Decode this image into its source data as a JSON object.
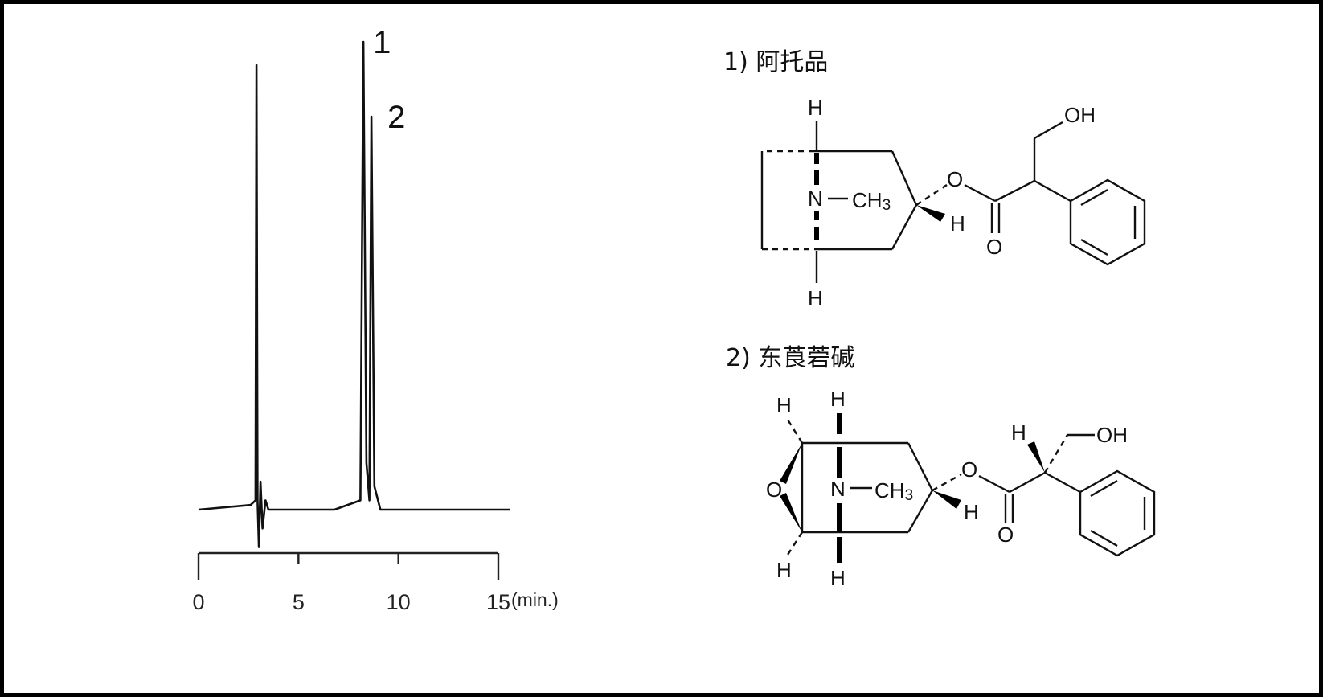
{
  "chart_data": {
    "type": "line",
    "title": "",
    "xlabel": "(min.)",
    "ylabel": "",
    "xlim": [
      0,
      15
    ],
    "x_ticks": [
      0,
      5,
      10,
      15
    ],
    "x_tick_labels": [
      "0",
      "5",
      "10",
      "15"
    ],
    "x_unit_label": "(min.)",
    "grid": false,
    "series": [
      {
        "trace": [
          [
            0.0,
            0.0
          ],
          [
            2.6,
            0.01
          ],
          [
            2.85,
            0.02
          ],
          [
            2.9,
            0.95
          ],
          [
            2.95,
            0.02
          ],
          [
            3.02,
            -0.08
          ],
          [
            3.1,
            0.06
          ],
          [
            3.2,
            -0.04
          ],
          [
            3.35,
            0.02
          ],
          [
            3.5,
            0.0
          ],
          [
            6.8,
            0.0
          ],
          [
            8.1,
            0.02
          ],
          [
            8.25,
            1.0
          ],
          [
            8.4,
            0.1
          ],
          [
            8.55,
            0.02
          ],
          [
            8.65,
            0.84
          ],
          [
            8.8,
            0.05
          ],
          [
            9.1,
            0.0
          ],
          [
            15.6,
            0.0
          ]
        ]
      }
    ],
    "peaks": [
      {
        "label": "1",
        "x": 8.25,
        "y": 1.0
      },
      {
        "label": "2",
        "x": 8.65,
        "y": 0.84
      }
    ]
  },
  "compounds": [
    {
      "title": "1) 阿托品"
    },
    {
      "title": "2) 东莨菪碱"
    }
  ],
  "atoms": {
    "h": "H",
    "n": "N",
    "o": "O",
    "ch3": "CH3",
    "oh": "OH"
  }
}
